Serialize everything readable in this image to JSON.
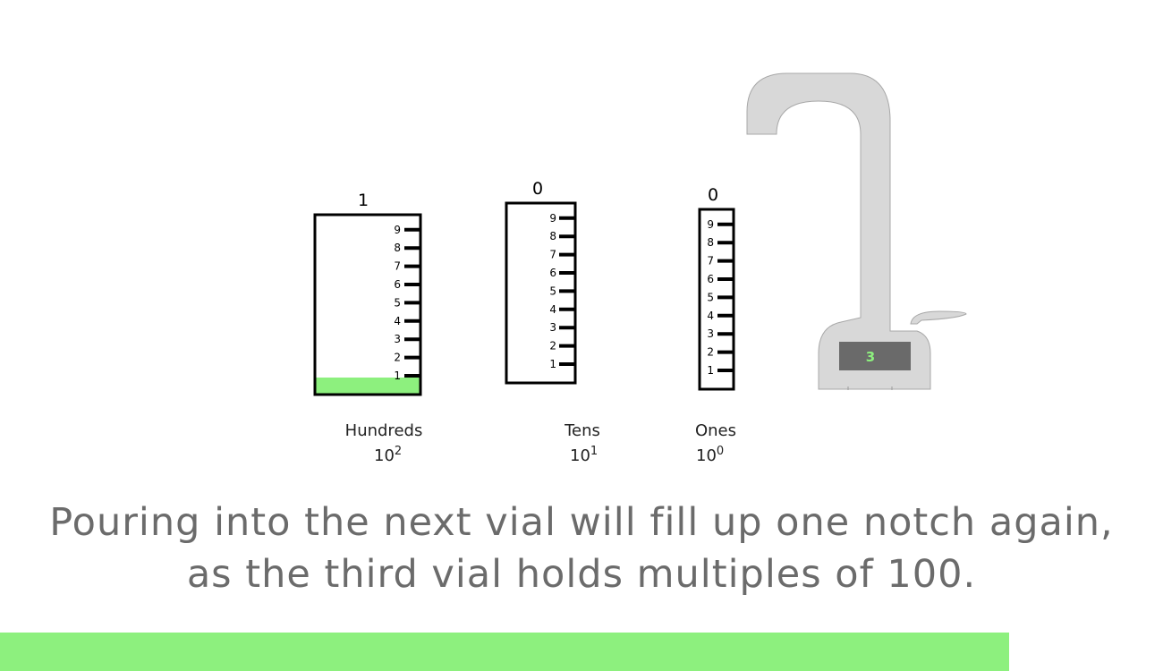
{
  "colors": {
    "fill": "#8df07e",
    "machine": "#d8d8d8",
    "machine_stroke": "#a8a8a8",
    "display_bg": "#6a6a6a",
    "display_text": "#8df07e",
    "caption": "#6b6b6b"
  },
  "vials": [
    {
      "id": "hundreds",
      "value": "1",
      "fill_level": 1,
      "name": "Hundreds",
      "power_base": "10",
      "power_exp": "2"
    },
    {
      "id": "tens",
      "value": "0",
      "fill_level": 0,
      "name": "Tens",
      "power_base": "10",
      "power_exp": "1"
    },
    {
      "id": "ones",
      "value": "0",
      "fill_level": 0,
      "name": "Ones",
      "power_base": "10",
      "power_exp": "0"
    }
  ],
  "tick_labels": [
    "1",
    "2",
    "3",
    "4",
    "5",
    "6",
    "7",
    "8",
    "9"
  ],
  "machine": {
    "display_value": "3",
    "icon": "dispenser-faucet-icon"
  },
  "caption": {
    "line1": "Pouring into the next vial will fill up one notch again,",
    "line2": "as the third vial holds multiples of 100."
  },
  "progress": {
    "fraction": 0.868
  }
}
